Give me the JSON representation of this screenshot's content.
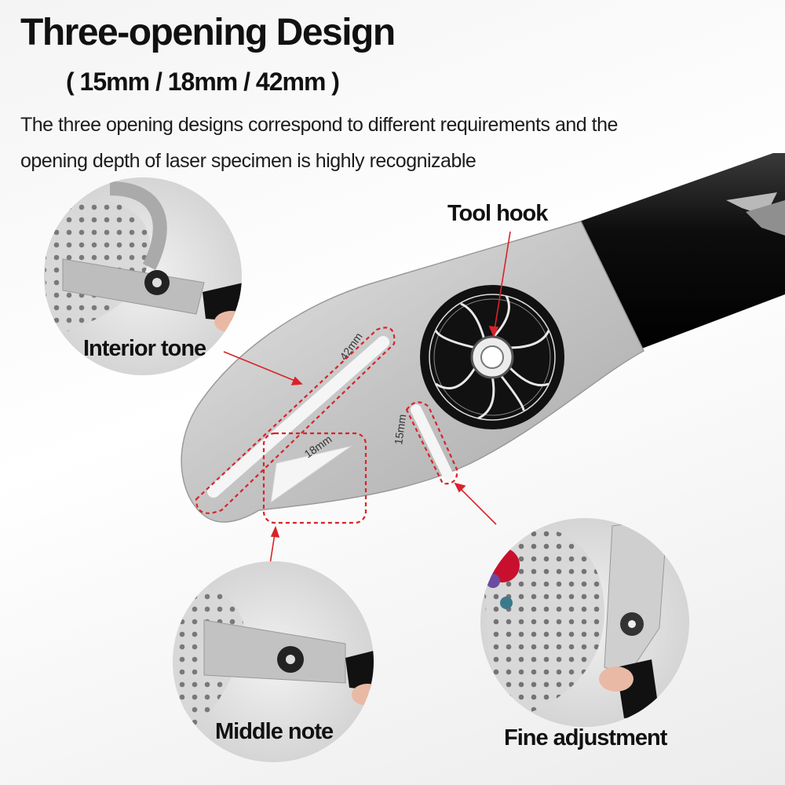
{
  "header": {
    "title": "Three-opening Design",
    "subtitle": "( 15mm / 18mm / 42mm )",
    "description_line1": "The three opening designs correspond to different requirements and the",
    "description_line2": "opening depth of laser specimen is highly recognizable"
  },
  "callouts": {
    "tool_hook": "Tool hook",
    "interior_tone": "Interior tone",
    "middle_note": "Middle note",
    "fine_adjustment": "Fine adjustment"
  },
  "slot_markings": {
    "slot_42": "42mm",
    "slot_18": "18mm",
    "slot_15": "15mm"
  },
  "colors": {
    "accent_red": "#d9232a",
    "handle_black": "#0d0d0d",
    "steel": "#c9c9c9"
  }
}
